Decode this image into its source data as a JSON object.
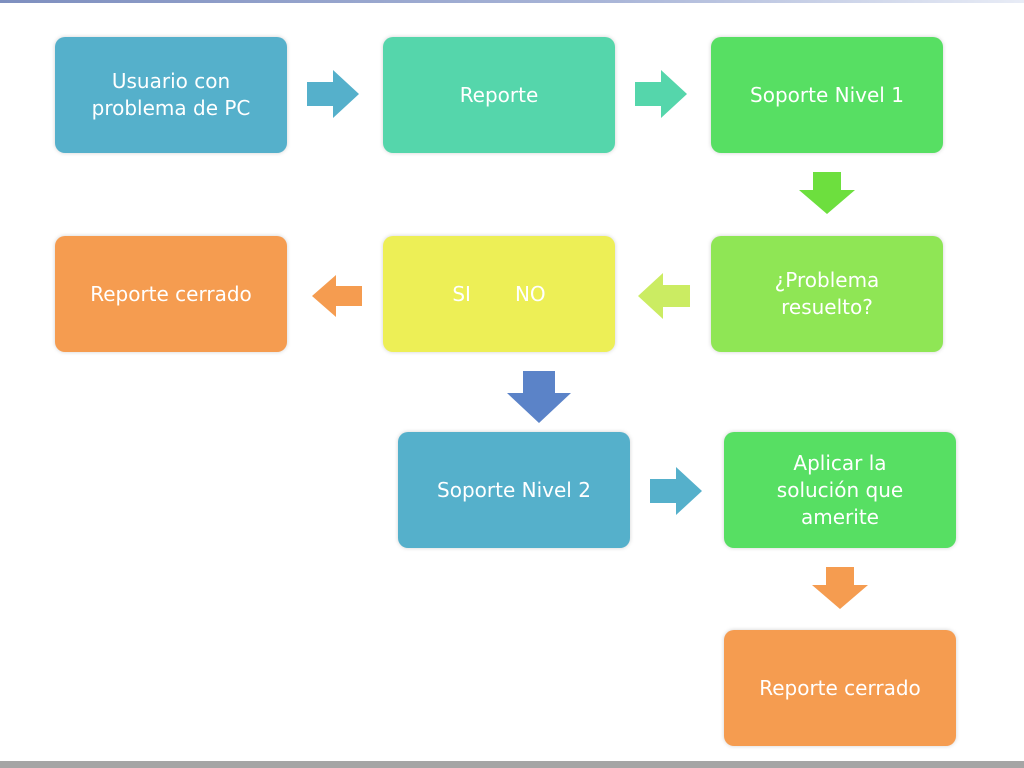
{
  "nodes": {
    "user": {
      "label": "Usuario con\nproblema de PC",
      "color": "#55b0cb"
    },
    "report": {
      "label": "Reporte",
      "color": "#55d6ab"
    },
    "level1": {
      "label": "Soporte Nivel 1",
      "color": "#57df63"
    },
    "question": {
      "label": "¿Problema\nresuelto?",
      "color": "#8fe655"
    },
    "decision": {
      "yes": "SI",
      "no": "NO",
      "color": "#edef56"
    },
    "closed_top": {
      "label": "Reporte cerrado",
      "color": "#f59c50"
    },
    "level2": {
      "label": "Soporte Nivel 2",
      "color": "#55b0cb"
    },
    "apply": {
      "label": "Aplicar la\nsolución que\namerite",
      "color": "#57df63"
    },
    "closed_bottom": {
      "label": "Reporte cerrado",
      "color": "#f59c50"
    }
  },
  "arrows": {
    "user_to_report": {
      "direction": "right",
      "color": "#55b0cb"
    },
    "report_to_level1": {
      "direction": "right",
      "color": "#55d6ab"
    },
    "level1_to_question": {
      "direction": "down",
      "color": "#6ddf3e"
    },
    "question_to_decision": {
      "direction": "left",
      "color": "#cbec62"
    },
    "decision_to_closed": {
      "direction": "left",
      "color": "#f59c50"
    },
    "decision_to_level2": {
      "direction": "down",
      "color": "#5b83c8"
    },
    "level2_to_apply": {
      "direction": "right",
      "color": "#55b0cb"
    },
    "apply_to_closed": {
      "direction": "down",
      "color": "#f59c50"
    }
  }
}
